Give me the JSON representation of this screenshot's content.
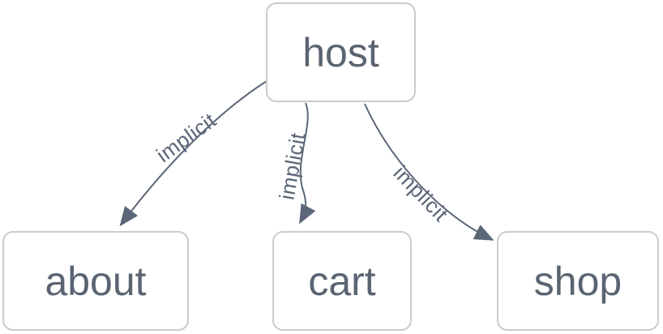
{
  "diagram": {
    "type": "directed-graph",
    "nodes": [
      {
        "id": "host",
        "label": "host"
      },
      {
        "id": "about",
        "label": "about"
      },
      {
        "id": "cart",
        "label": "cart"
      },
      {
        "id": "shop",
        "label": "shop"
      }
    ],
    "edges": [
      {
        "from": "host",
        "to": "about",
        "label": "implicit"
      },
      {
        "from": "host",
        "to": "cart",
        "label": "implicit"
      },
      {
        "from": "host",
        "to": "shop",
        "label": "implicit"
      }
    ],
    "colors": {
      "background": "#ffffff",
      "node_fill": "#ffffff",
      "node_border": "#cbcbcb",
      "node_text": "#5a6472",
      "edge": "#5b6678"
    }
  }
}
